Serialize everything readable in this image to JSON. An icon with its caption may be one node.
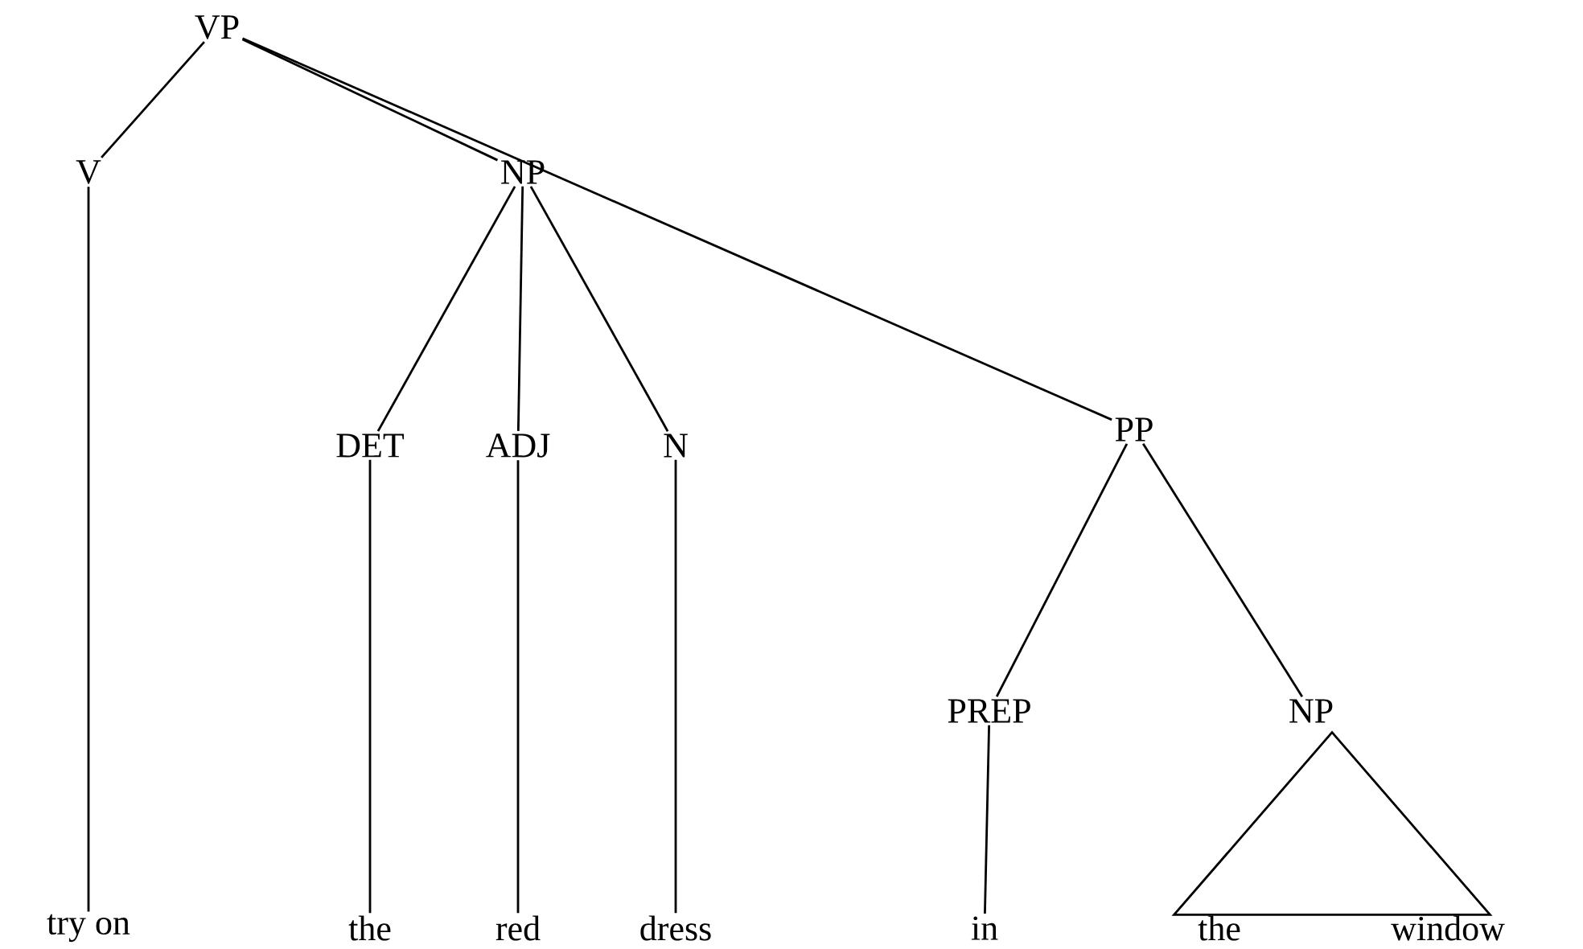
{
  "diagram": {
    "nodes": [
      {
        "text": [
          "VP"
        ]
      },
      {
        "text": [
          "V"
        ]
      },
      {
        "text": [
          "NP"
        ]
      },
      {
        "text": [
          "PP"
        ]
      },
      {
        "text": [
          "DET"
        ]
      },
      {
        "text": [
          "ADJ"
        ]
      },
      {
        "text": [
          "N"
        ]
      },
      {
        "text": [
          "PREP"
        ]
      },
      {
        "text": [
          "NP"
        ]
      },
      {
        "text": [],
        "shape": "triangle"
      },
      {
        "text": [
          "try on"
        ]
      },
      {
        "text": [
          "the"
        ]
      },
      {
        "text": [
          "red"
        ]
      },
      {
        "text": [
          "dress"
        ]
      },
      {
        "text": [
          "in"
        ]
      }
    ],
    "edges": [
      {
        "from": 0,
        "to": 1,
        "arrow": "none"
      },
      {
        "from": 0,
        "to": 2,
        "arrow": "none"
      },
      {
        "from": 0,
        "to": 3,
        "arrow": "none"
      },
      {
        "from": 2,
        "to": 4,
        "arrow": "none"
      },
      {
        "from": 2,
        "to": 5,
        "arrow": "none"
      },
      {
        "from": 2,
        "to": 6,
        "arrow": "none"
      },
      {
        "from": 3,
        "to": 7,
        "arrow": "none"
      },
      {
        "from": 3,
        "to": 8,
        "arrow": "none"
      },
      {
        "from": 1,
        "to": 10,
        "arrow": "none"
      },
      {
        "from": 4,
        "to": 11,
        "arrow": "none"
      },
      {
        "from": 5,
        "to": 12,
        "arrow": "none"
      },
      {
        "from": 6,
        "to": 13,
        "arrow": "none"
      },
      {
        "from": 7,
        "to": 14,
        "arrow": "none"
      }
    ],
    "labels": [
      "the",
      "window"
    ]
  }
}
